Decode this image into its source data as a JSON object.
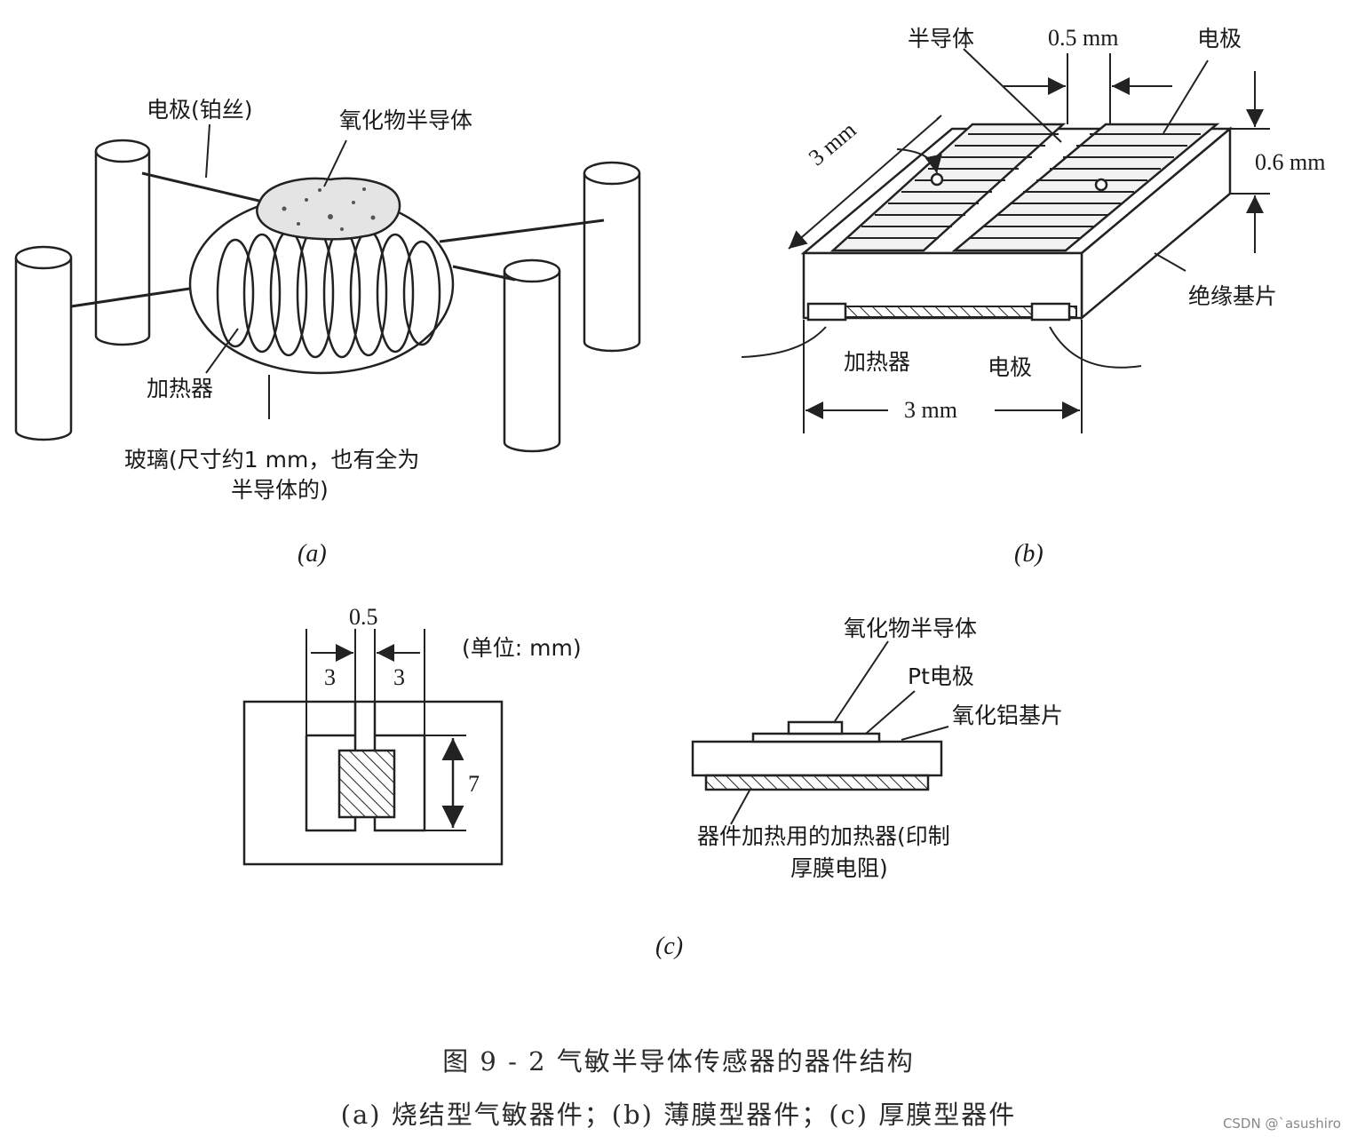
{
  "panel_a": {
    "electrode_label": "电极(铂丝)",
    "oxide_label": "氧化物半导体",
    "heater_label": "加热器",
    "glass_label_line1": "玻璃(尺寸约1 mm，也有全为",
    "glass_label_line2": "半导体的)",
    "subcaption": "(a)"
  },
  "panel_b": {
    "semiconductor_label": "半导体",
    "gap_label": "0.5 mm",
    "electrode_top_label": "电极",
    "length_label": "3 mm",
    "thickness_label": "0.6 mm",
    "substrate_label": "绝缘基片",
    "heater_label": "加热器",
    "electrode_bottom_label": "电极",
    "width_label": "3 mm",
    "subcaption": "(b)"
  },
  "panel_c": {
    "gap_label": "0.5",
    "unit_label": "(单位: mm)",
    "left_width": "3",
    "right_width": "3",
    "height_label": "7",
    "oxide_label": "氧化物半导体",
    "pt_electrode_label": "Pt电极",
    "alumina_label": "氧化铝基片",
    "heater_line1": "器件加热用的加热器(印制",
    "heater_line2": "厚膜电阻)",
    "subcaption": "(c)"
  },
  "caption": {
    "line1": "图 9 - 2   气敏半导体传感器的器件结构",
    "line2": "(a) 烧结型气敏器件；(b) 薄膜型器件；(c) 厚膜型器件"
  },
  "watermark": "CSDN @`asushiro"
}
